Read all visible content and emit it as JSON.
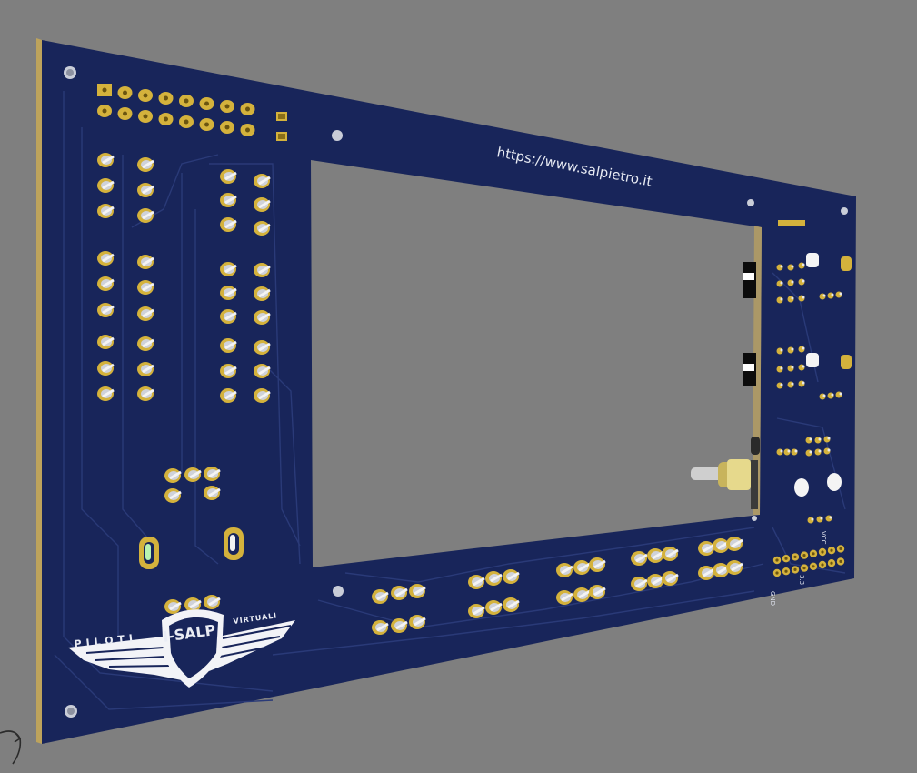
{
  "board": {
    "url_text": "https://www.salpietro.it",
    "logo": {
      "left_text": "PILOTI",
      "right_text": "VIRTUALI",
      "shield_text": "I-SALP"
    },
    "pin_labels": [
      "GND",
      "3.3",
      "VCC"
    ]
  },
  "colors": {
    "background": "#7f7f7f",
    "pcb": "#18255a",
    "pcb_edge": "#bda35c",
    "pads": "#d4b23c",
    "silkscreen": "#e9ecf4",
    "trace": "#2a3a78"
  },
  "icons": {
    "orbit_cursor": "rotate-cursor-icon"
  }
}
